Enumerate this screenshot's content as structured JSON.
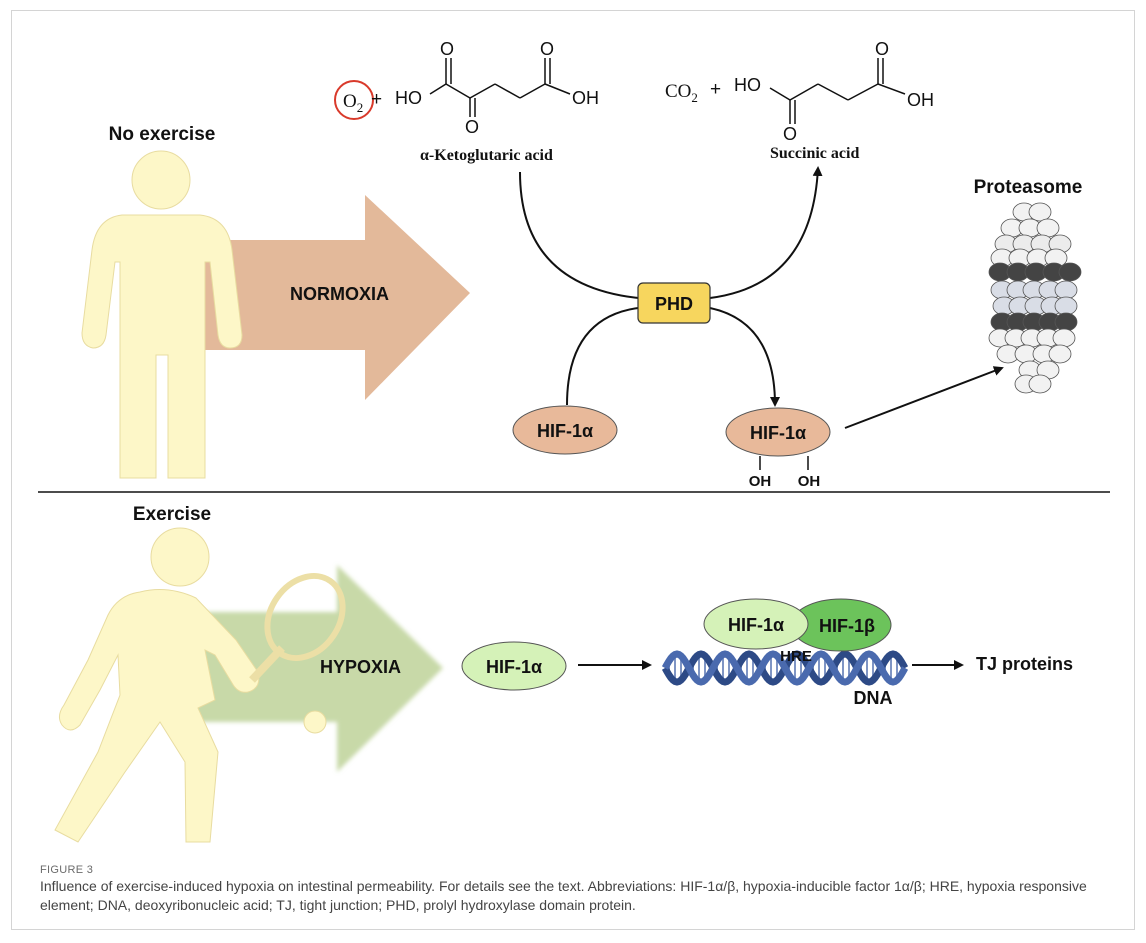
{
  "top": {
    "person_label": "No exercise",
    "arrow_label": "NORMOXIA",
    "o2": "O",
    "o2_sub": "2",
    "plus": "+",
    "ho": "HO",
    "oh": "OH",
    "o": "O",
    "akg_name": "α-Ketoglutaric acid",
    "co2": "CO",
    "co2_sub": "2",
    "succ_name": "Succinic acid",
    "enzyme": "PHD",
    "hif_left": "HIF-1α",
    "hif_right": "HIF-1α",
    "hydroxyl_1": "OH",
    "hydroxyl_2": "OH",
    "proteasome": "Proteasome"
  },
  "bottom": {
    "person_label": "Exercise",
    "arrow_label": "HYPOXIA",
    "hif_free": "HIF-1α",
    "hif_alpha": "HIF-1α",
    "hif_beta": "HIF-1β",
    "hre": "HRE",
    "dna": "DNA",
    "target": "TJ proteins"
  },
  "caption": {
    "label": "FIGURE 3",
    "text": "Influence of exercise-induced hypoxia on intestinal permeability. For details see the text. Abbreviations: HIF-1α/β, hypoxia-inducible factor 1α/β; HRE, hypoxia responsive element; DNA, deoxyribonucleic acid; TJ, tight junction; PHD, prolyl hydroxylase domain protein."
  },
  "colors": {
    "person": "#fdf7c8",
    "normoxia_arrow": "#e3b99a",
    "hypoxia_arrow": "#c8d9a8",
    "hif_peach": "#e8b99a",
    "hif_green_light": "#d5f2b8",
    "hif_green_dark": "#6cc35b",
    "phd_box": "#f7d65e",
    "o2_circle": "#d93a2b",
    "dna": "#3b5a9a"
  }
}
